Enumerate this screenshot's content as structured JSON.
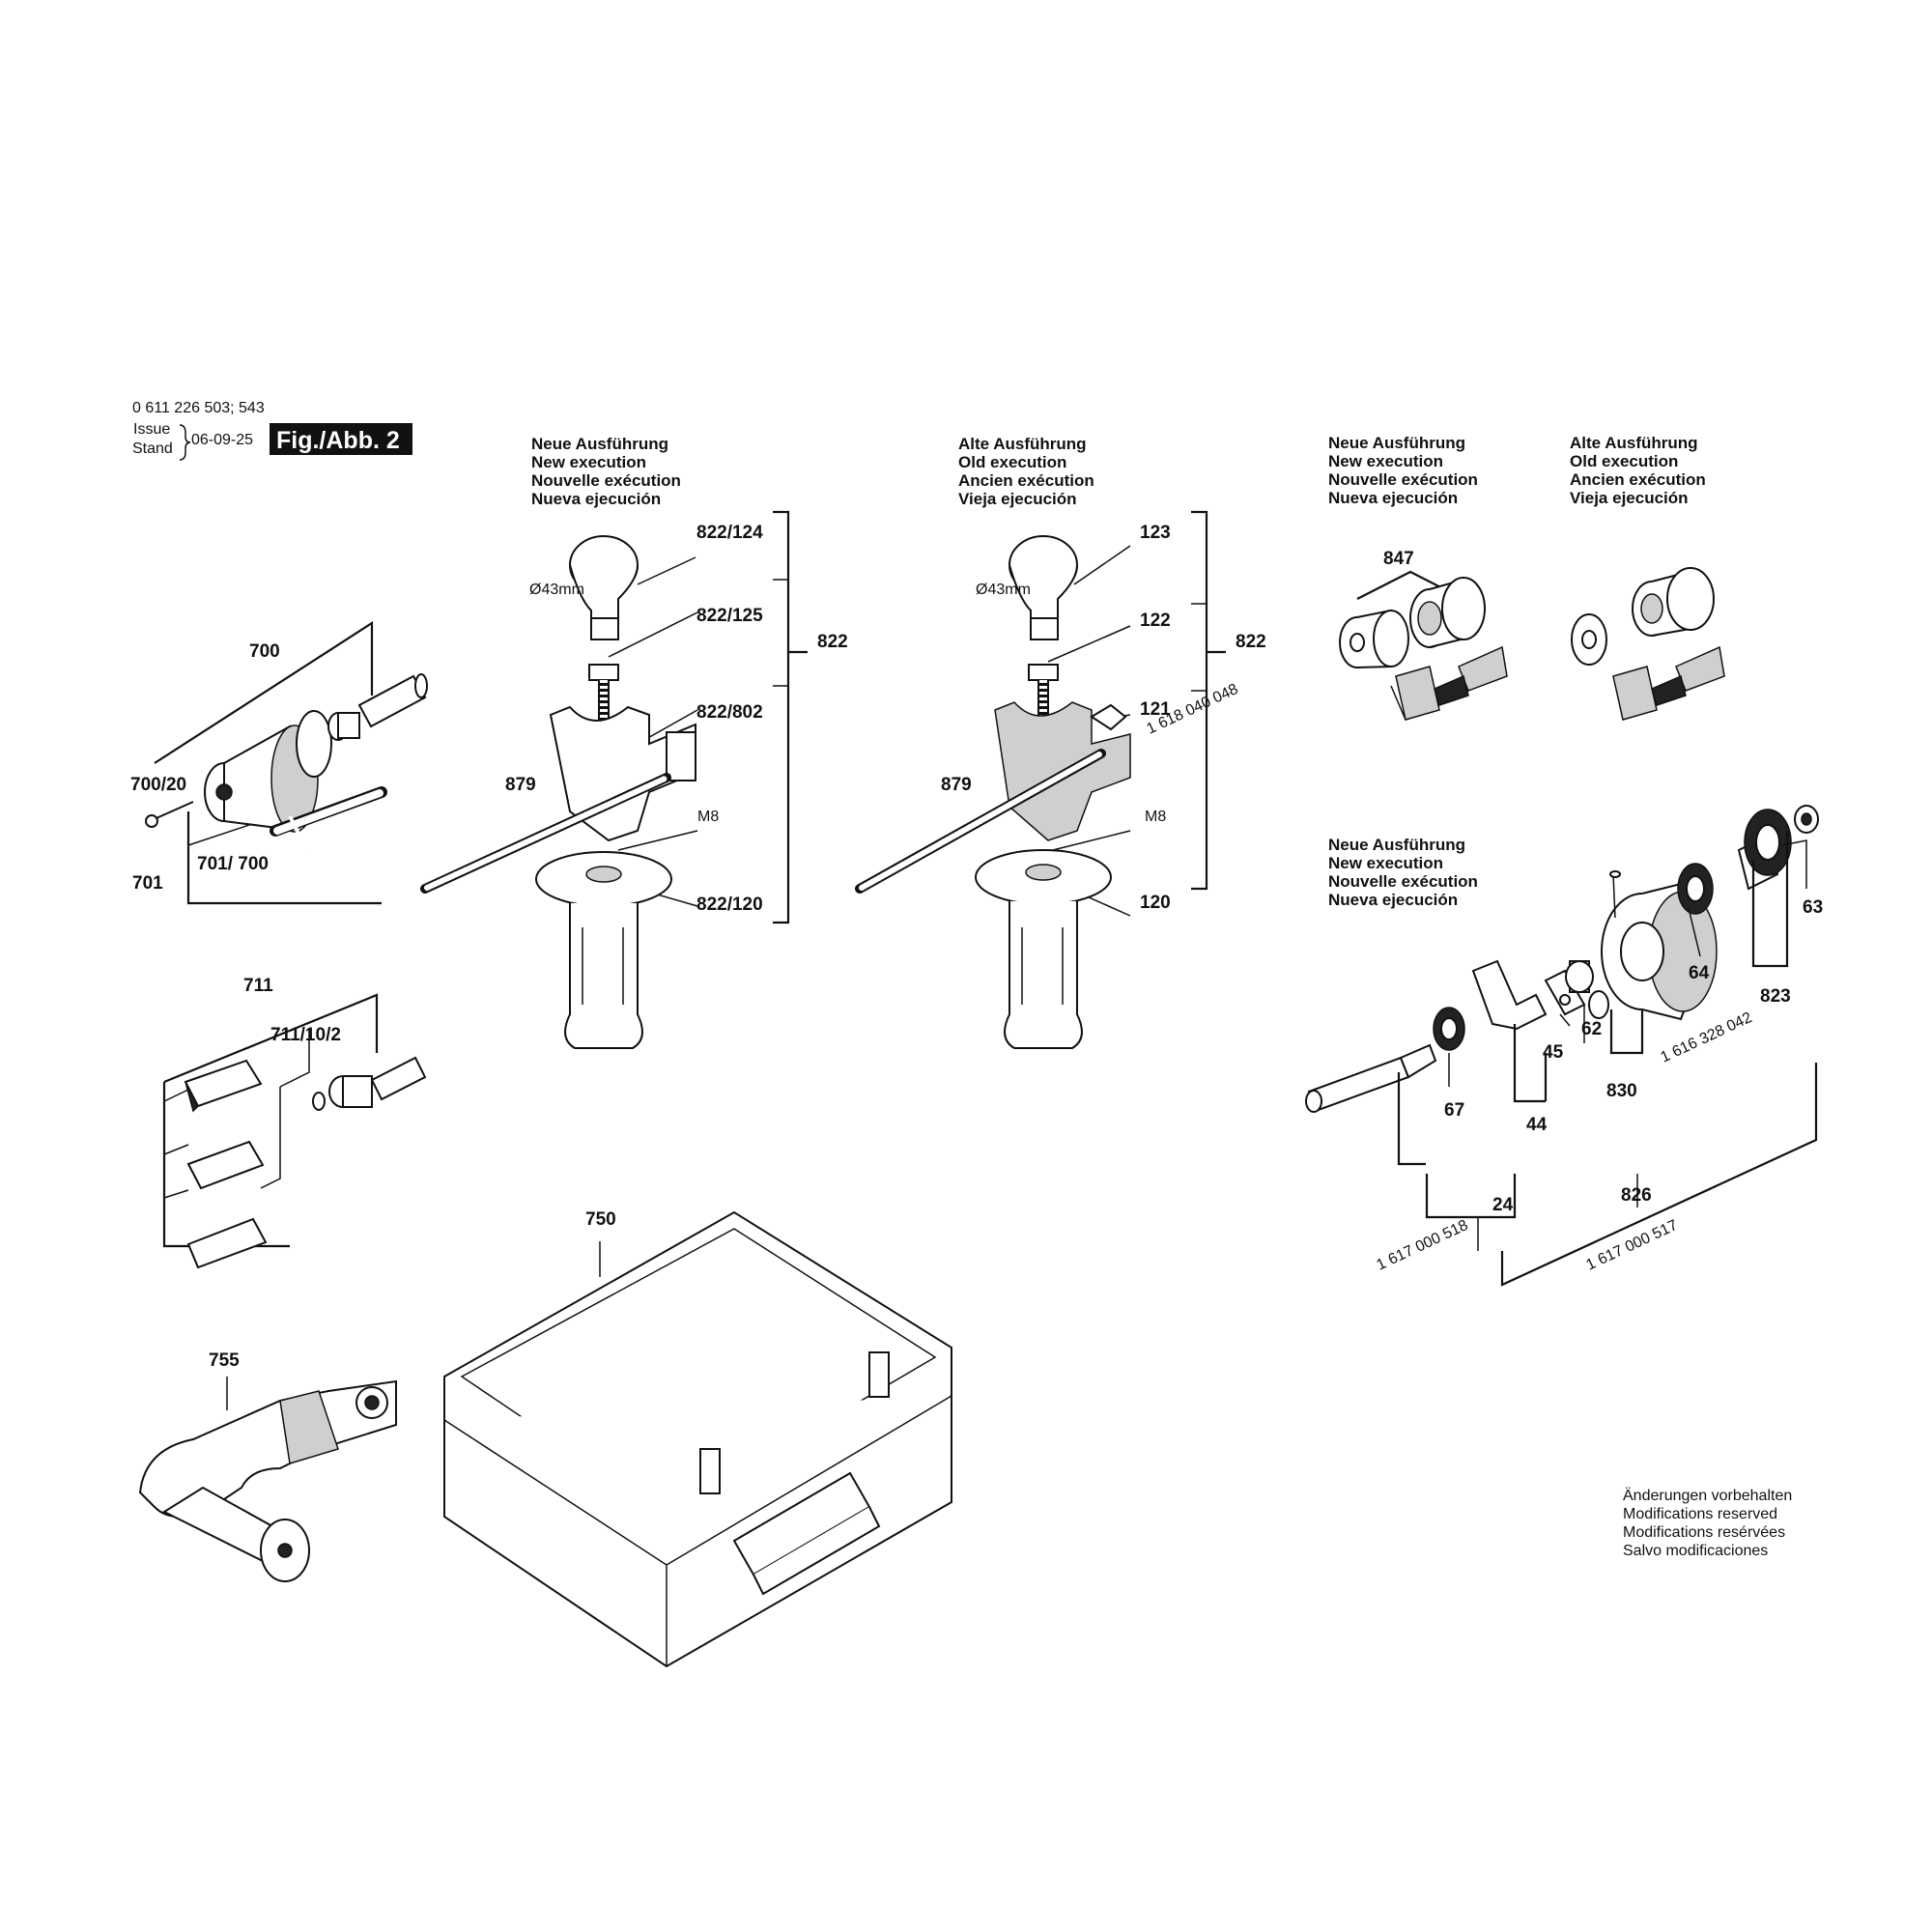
{
  "header": {
    "part_numbers": "0 611 226 503; 543",
    "issue_label": "Issue",
    "stand_label": "Stand",
    "date": "06-09-25",
    "figure": "Fig./Abb. 2"
  },
  "captions": {
    "new_1": [
      "Neue Ausführung",
      "New execution",
      "Nouvelle exécution",
      "Nueva ejecución"
    ],
    "old_1": [
      "Alte Ausführung",
      "Old execution",
      "Ancien exécution",
      "Vieja ejecución"
    ],
    "new_2": [
      "Neue Ausführung",
      "New execution",
      "Nouvelle exécution",
      "Nueva ejecución"
    ],
    "old_2": [
      "Alte Ausführung",
      "Old execution",
      "Ancien exécution",
      "Vieja ejecución"
    ],
    "new_3": [
      "Neue Ausführung",
      "New execution",
      "Nouvelle exécution",
      "Nueva ejecución"
    ]
  },
  "labels": {
    "p700": "700",
    "p700_20": "700/20",
    "p701": "701",
    "p701_700": "701/ 700",
    "p711": "711",
    "p711_10_2": "711/10/2",
    "p750": "750",
    "p755": "755",
    "p822_124": "822/124",
    "p822_125": "822/125",
    "p822_802": "822/802",
    "p822_120": "822/120",
    "p822a": "822",
    "p879a": "879",
    "d43a": "Ø43mm",
    "m8a": "M8",
    "p123": "123",
    "p122": "122",
    "p121": "121",
    "p120": "120",
    "p822b": "822",
    "p879b": "879",
    "d43b": "Ø43mm",
    "m8b": "M8",
    "code_121": "1 618 040 048",
    "p847": "847",
    "p63": "63",
    "p64": "64",
    "p62": "62",
    "p45": "45",
    "p67": "67",
    "p44": "44",
    "p830": "830",
    "p823": "823",
    "code_823": "1 616 328 042",
    "p24": "24",
    "p826": "826",
    "code_24": "1 617 000 518",
    "code_826": "1 617 000 517"
  },
  "footer": [
    "Änderungen vorbehalten",
    "Modifications reserved",
    "Modifications resérvées",
    "Salvo modificaciones"
  ]
}
